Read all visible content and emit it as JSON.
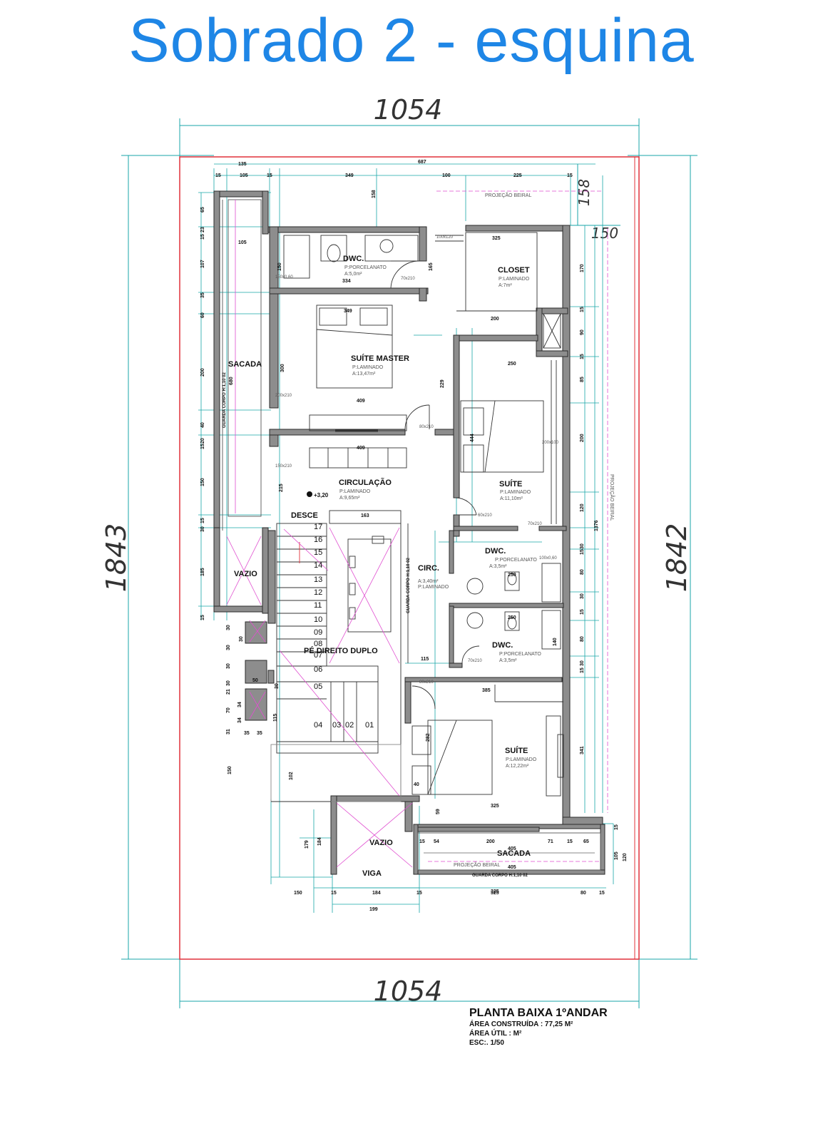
{
  "title": "Sobrado 2 - esquina",
  "overall_dims": {
    "top": "1054",
    "bottom": "1054",
    "left": "1843",
    "right": "1842",
    "right_top_a": "158",
    "right_top_b": "150"
  },
  "rooms": [
    {
      "id": "dwc1",
      "name": "DWC.",
      "floor": "P:PORCELANATO",
      "area": "A:5,0m²"
    },
    {
      "id": "closet",
      "name": "CLOSET",
      "floor": "P:LAMINADO",
      "area": "A:7m²"
    },
    {
      "id": "suite-master",
      "name": "SUÍTE MASTER",
      "floor": "P:LAMINADO",
      "area": "A:13,47m²"
    },
    {
      "id": "sacada-left",
      "name": "SACADA"
    },
    {
      "id": "suite-right",
      "name": "SUÍTE",
      "floor": "P:LAMINADO",
      "area": "A:11,10m²"
    },
    {
      "id": "circulacao",
      "name": "CIRCULAÇÃO",
      "floor": "P:LAMINADO",
      "area": "A:9,65m²"
    },
    {
      "id": "desce",
      "name": "DESCE"
    },
    {
      "id": "vazio-left",
      "name": "VAZIO"
    },
    {
      "id": "circ",
      "name": "CIRC.",
      "floor": "P:LAMINADO",
      "area": "A:3,40m²"
    },
    {
      "id": "dwc2",
      "name": "DWC.",
      "floor": "P:PORCELANATO",
      "area": "A:3,5m²"
    },
    {
      "id": "dwc3",
      "name": "DWC.",
      "floor": "P:PORCELANATO",
      "area": "A:3,5m²"
    },
    {
      "id": "pe-direito",
      "name": "PÉ DIREITO DUPLO"
    },
    {
      "id": "suite-bottom",
      "name": "SUÍTE",
      "floor": "P:LAMINADO",
      "area": "A:12,22m²"
    },
    {
      "id": "vazio-bottom",
      "name": "VAZIO"
    },
    {
      "id": "viga",
      "name": "VIGA"
    },
    {
      "id": "sacada-bottom",
      "name": "SACADA"
    }
  ],
  "notes": {
    "projecao_top": "PROJEÇÃO BEIRAL",
    "projecao_bottom": "PROJEÇÃO BEIRAL",
    "projecao_right": "PROJEÇÃO BEIRAL",
    "guarda_left": "GUARDA CORPO H:1,10 02",
    "guarda_mid": "GUARDA CORPO H:1,10 02",
    "guarda_bottom": "GUARDA CORPO H:1,10 02",
    "level": "+3,20"
  },
  "stairs": [
    "17",
    "16",
    "15",
    "14",
    "13",
    "12",
    "11",
    "10",
    "09",
    "08",
    "07",
    "06",
    "05",
    "04",
    "03",
    "02",
    "01"
  ],
  "dims": {
    "top_row1": [
      "135",
      "687"
    ],
    "top_row2": [
      "15",
      "105",
      "15",
      "349",
      "100",
      "225",
      "15"
    ],
    "left_col": [
      "65",
      "23",
      "15",
      "107",
      "35",
      "60",
      "200",
      "40",
      "20",
      "15",
      "150",
      "15",
      "30",
      "185",
      "15"
    ],
    "right_col": [
      "170",
      "15",
      "90",
      "15",
      "85",
      "200",
      "120",
      "30",
      "15",
      "80",
      "30",
      "15",
      "80",
      "140",
      "30",
      "15",
      "341"
    ],
    "inner": [
      "158",
      "325",
      "105",
      "150",
      "334",
      "165",
      "349",
      "200",
      "250",
      "300",
      "409",
      "409",
      "229",
      "444",
      "215",
      "163",
      "115",
      "385",
      "325",
      "325",
      "282",
      "40",
      "59",
      "102",
      "115",
      "150",
      "680",
      "1376",
      "250",
      "250"
    ],
    "openings": [
      "100x120",
      "70x210",
      "150x0,60",
      "200x210",
      "80x210",
      "150x210",
      "60x210",
      "70x210",
      "200x100",
      "100x0,60",
      "70x210",
      "80x210"
    ],
    "bottom_row1": [
      "179",
      "184",
      "15",
      "54",
      "200",
      "71",
      "15",
      "65",
      "15"
    ],
    "bottom_row2": [
      "405",
      "405",
      "105",
      "120"
    ],
    "bottom_row3": [
      "150",
      "15",
      "184",
      "15",
      "325",
      "80",
      "15"
    ],
    "bottom_row4": [
      "199"
    ],
    "small_left": [
      "30",
      "30",
      "30",
      "30",
      "21",
      "34",
      "70",
      "34",
      "31",
      "35",
      "35",
      "30",
      "50",
      "30"
    ]
  },
  "title_block": {
    "title": "PLANTA BAIXA 1ºANDAR",
    "area_construida": "ÁREA CONSTRUÍDA : 77,25 M²",
    "area_util": "ÁREA ÚTIL : M²",
    "escala": "ESC:. 1/50"
  },
  "colors": {
    "title": "#1e86e6",
    "dimension": "#19a6a8",
    "property_line": "#e0303a",
    "detail": "#e04fd0",
    "wall": "#8d8d8d"
  }
}
